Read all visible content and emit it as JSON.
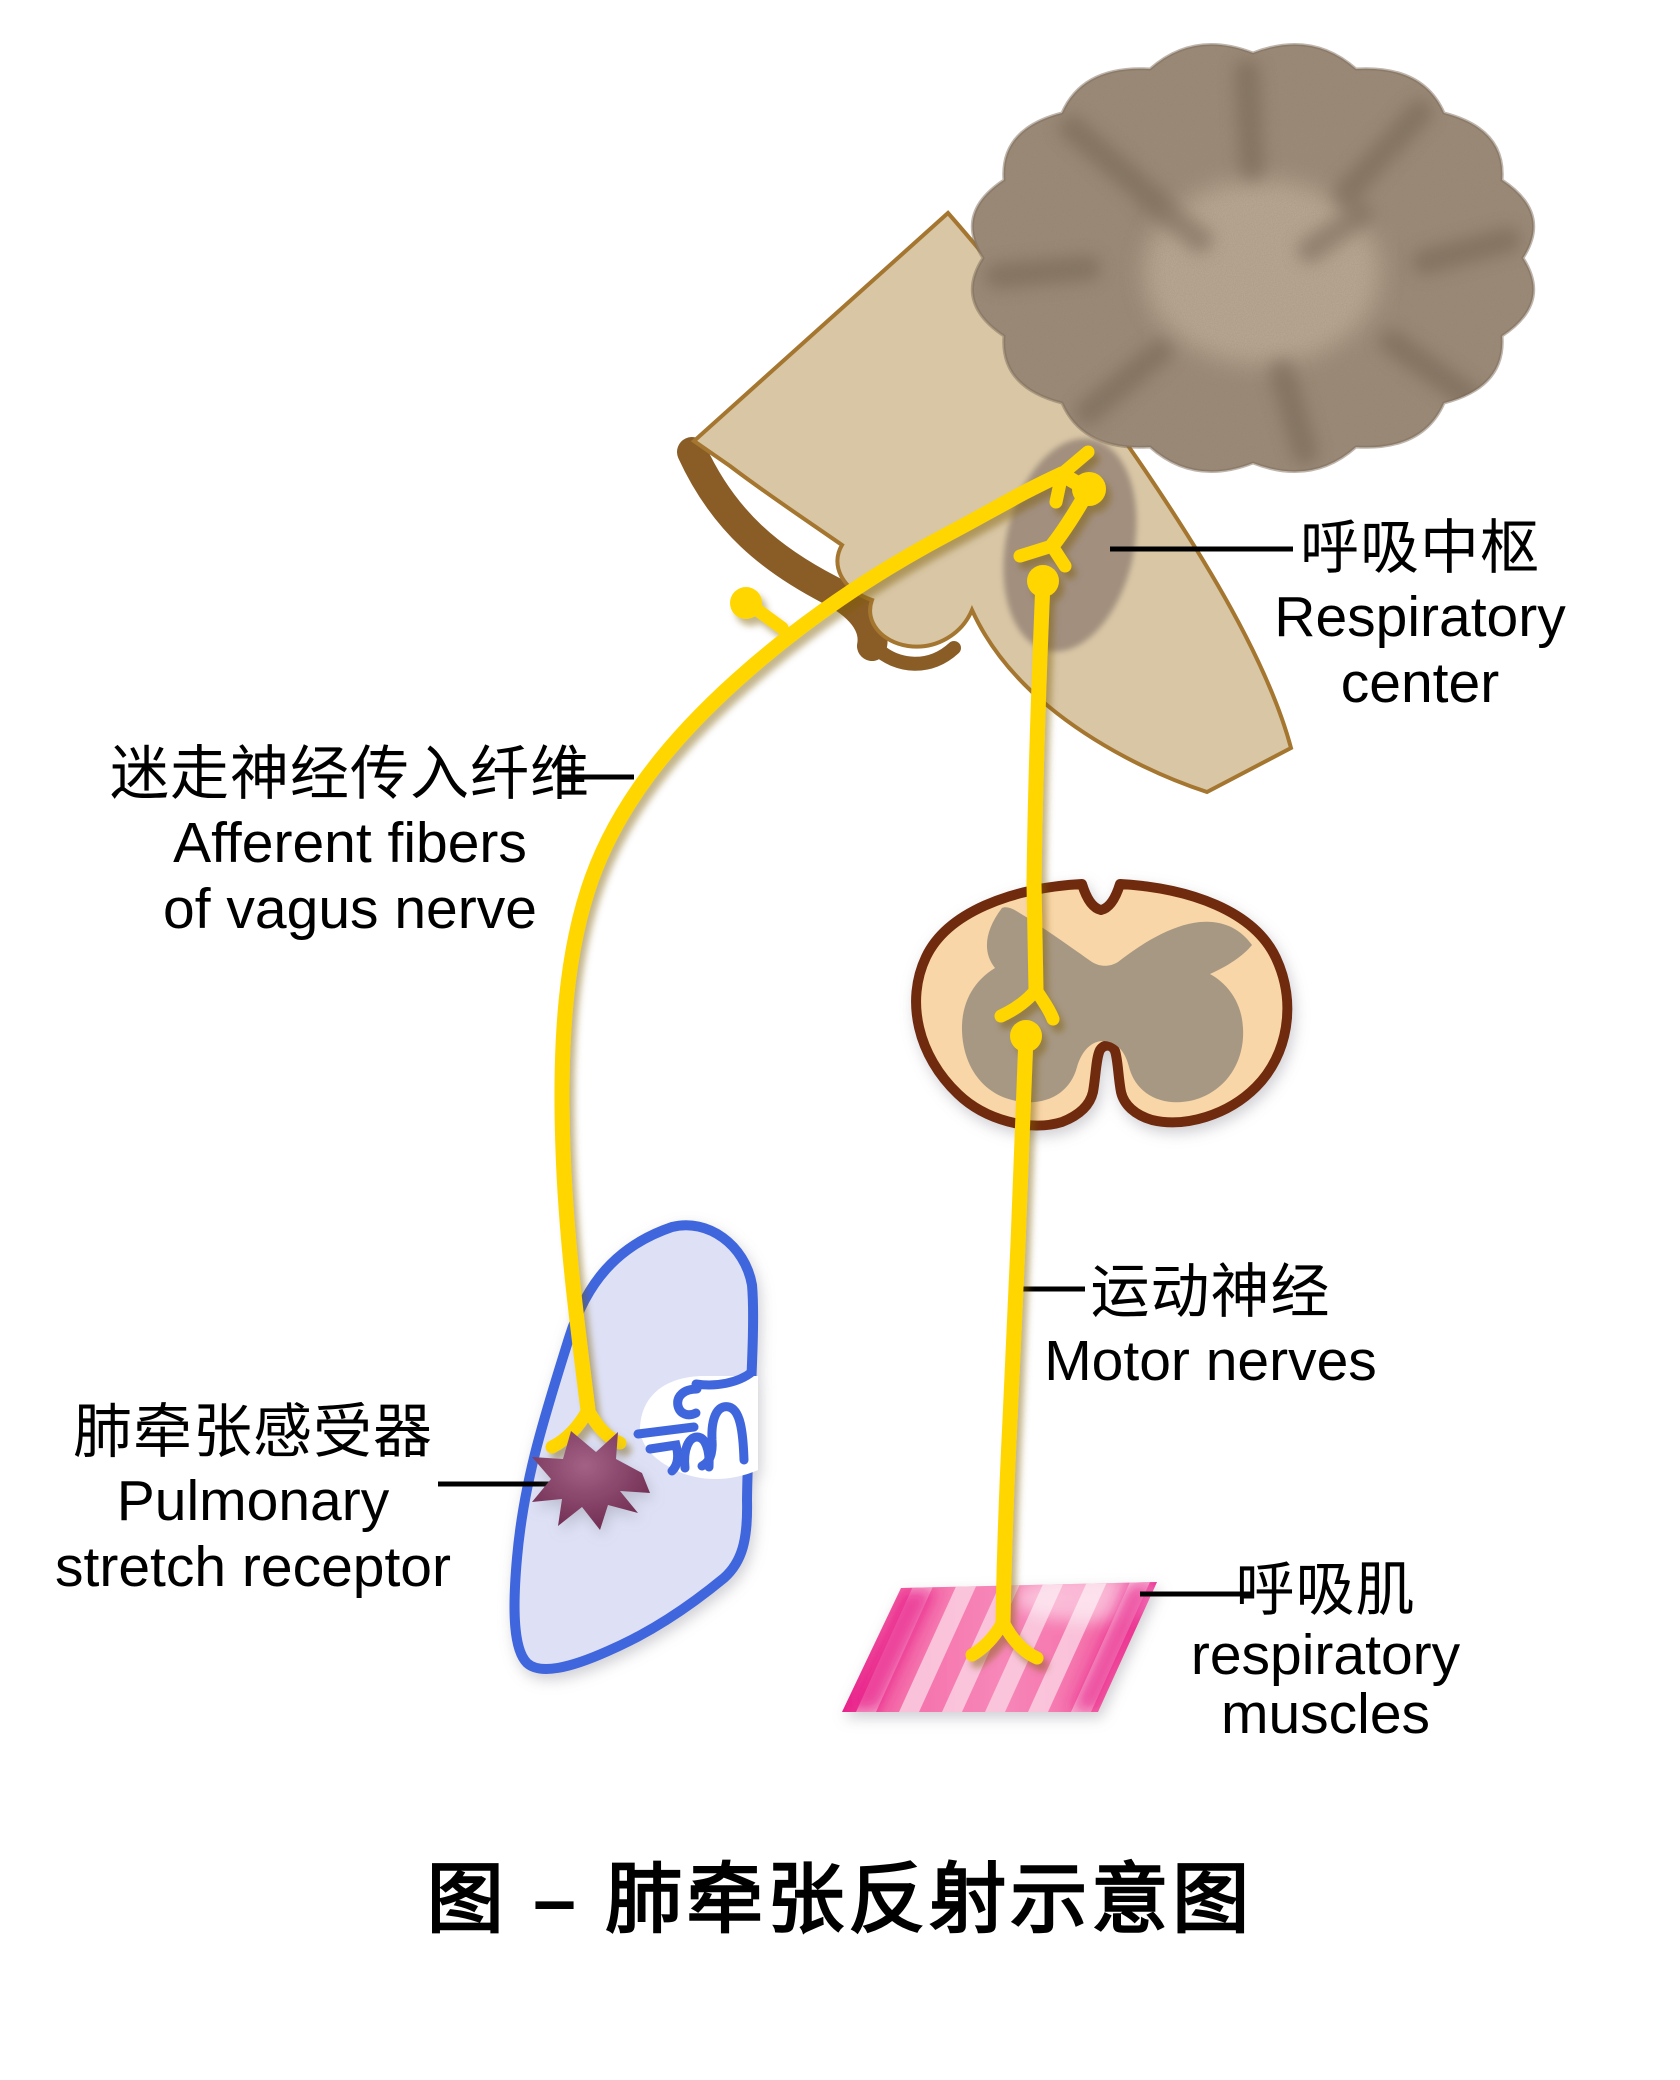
{
  "title": {
    "text": "图 – 肺牵张反射示意图"
  },
  "labels": {
    "respiratory_center": {
      "zh": "呼吸中枢",
      "en1": "Respiratory",
      "en2": "center"
    },
    "afferent": {
      "zh": "迷走神经传入纤维",
      "en1": "Afferent fibers",
      "en2": "of vagus nerve"
    },
    "receptor": {
      "zh": "肺牵张感受器",
      "en1": "Pulmonary",
      "en2": "stretch receptor"
    },
    "motor": {
      "zh": "运动神经",
      "en1": "Motor nerves"
    },
    "muscles": {
      "zh": "呼吸肌",
      "en1": "respiratory",
      "en2": "muscles"
    }
  },
  "colors": {
    "nerve_yellow": "#FFD600",
    "brainstem_tan": "#D8C6A5",
    "brainstem_brown": "#8A5D26",
    "brainstem_outline": "#A4762F",
    "respiratory_center_gray": "#A28F7E",
    "cerebellum_base": "#9C8A77",
    "cerebellum_dark": "#6F5F4E",
    "cerebellum_light": "#BCAB95",
    "cord_fill": "#F8D6A8",
    "cord_outline": "#6F2C0A",
    "gray_matter": "#A79884",
    "lung_fill": "#DEE1F6",
    "lung_outline": "#4166DD",
    "receptor_dark": "#6E2A50",
    "receptor_light": "#A36285",
    "muscle_pink": "#F46CA9",
    "muscle_hot": "#E8218A",
    "muscle_stripe": "#FBD0E2",
    "label_color": "#000000"
  }
}
